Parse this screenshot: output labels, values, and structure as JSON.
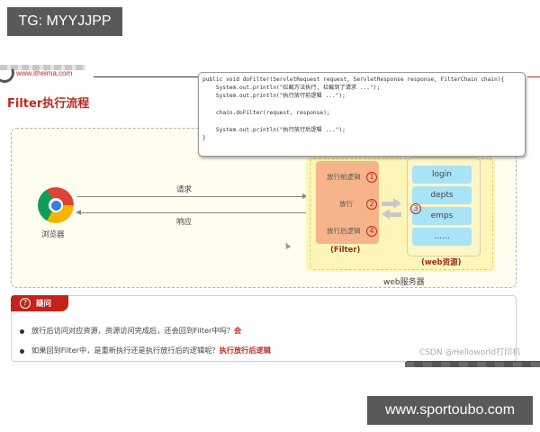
{
  "overlay": {
    "top_tag": "TG: MYYJJPP",
    "bottom_tag": "www.sportoubo.com",
    "watermark": "CSDN @Helloworld打印机"
  },
  "slide": {
    "site_url": "www.itheima.com",
    "title": "Filter执行流程",
    "code": {
      "lines": [
        "public void doFilter(ServletRequest request, ServletResponse response, FilterChain chain){",
        "    System.out.println(\"拦截方法执行, 拦截到了请求 ...\");",
        "    System.out.println(\"执行放行前逻辑 ...\");",
        "",
        "    chain.doFilter(request, response);",
        "",
        "    System.out.println(\"执行放行后逻辑 ...\");",
        "}"
      ]
    },
    "diagram": {
      "browser_label": "浏览器",
      "browser_icon": "chrome-icon",
      "request_label": "请求",
      "response_label": "响应",
      "filter": {
        "items": [
          {
            "label": "放行前逻辑",
            "num": "1"
          },
          {
            "label": "放行",
            "num": "2"
          },
          {
            "label": "放行后逻辑",
            "num": "4"
          }
        ],
        "caption": "(Filter)"
      },
      "resource_step": "3",
      "resources": {
        "items": [
          "login",
          "depts",
          "emps",
          "......"
        ],
        "caption": "(web资源)"
      },
      "server_label": "web服务器"
    },
    "question": {
      "badge_icon": "question-circle-icon",
      "badge_label": "疑问",
      "items": [
        {
          "text": "放行后访问对应资源，资源访问完成后，还会回到Filter中吗？",
          "answer": "会"
        },
        {
          "text": "如果回到Filter中，是重新执行还是执行放行后的逻辑呢？",
          "answer": "执行放行后逻辑"
        }
      ]
    }
  },
  "colors": {
    "accent_red": "#c0281e",
    "filter_orange": "#f7b48a",
    "resource_blue": "#a9e3f7",
    "server_yellow": "#fdf6b8",
    "flow_bg": "#fffdf0"
  }
}
